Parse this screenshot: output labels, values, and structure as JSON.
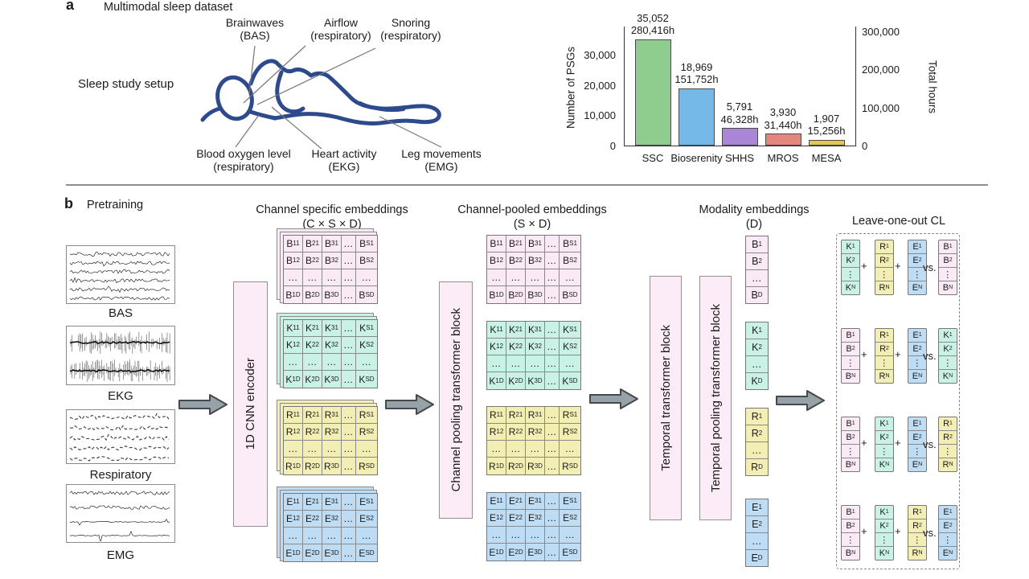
{
  "panel_a": {
    "label": "a",
    "title": "Multimodal sleep dataset",
    "setup_label": "Sleep study setup",
    "annotations": [
      {
        "line1": "Brainwaves",
        "line2": "(BAS)"
      },
      {
        "line1": "Airflow",
        "line2": "(respiratory)"
      },
      {
        "line1": "Snoring",
        "line2": "(respiratory)"
      },
      {
        "line1": "Blood oxygen level",
        "line2": "(respiratory)"
      },
      {
        "line1": "Heart activity",
        "line2": "(EKG)"
      },
      {
        "line1": "Leg movements",
        "line2": "(EMG)"
      }
    ]
  },
  "chart_data": {
    "type": "bar",
    "categories": [
      "SSC",
      "Bioserenity",
      "SHHS",
      "MROS",
      "MESA"
    ],
    "series": [
      {
        "name": "Number of PSGs",
        "values": [
          35052,
          18969,
          5791,
          3930,
          1907
        ]
      },
      {
        "name": "Total hours",
        "values": [
          280416,
          151752,
          46328,
          31440,
          15256
        ]
      }
    ],
    "bar_labels": [
      [
        "35,052",
        "280,416h"
      ],
      [
        "18,969",
        "151,752h"
      ],
      [
        "5,791",
        "46,328h"
      ],
      [
        "3,930",
        "31,440h"
      ],
      [
        "1,907",
        "15,256h"
      ]
    ],
    "bar_colors": [
      "#8ecd8d",
      "#74b9e8",
      "#aa87d6",
      "#e5867e",
      "#e0c851"
    ],
    "ylabel_left": "Number of PSGs",
    "ylabel_right": "Total hours",
    "yticks_left": [
      "0",
      "10,000",
      "20,000",
      "30,000"
    ],
    "yticks_right": [
      "0",
      "100,000",
      "200,000",
      "300,000"
    ],
    "ylim_left": [
      0,
      37000
    ],
    "ylim_right": [
      0,
      296000
    ],
    "grid": false,
    "legend": "none"
  },
  "panel_b": {
    "label": "b",
    "title": "Pretraining",
    "signals": [
      {
        "label": "BAS"
      },
      {
        "label": "EKG"
      },
      {
        "label": "Respiratory"
      },
      {
        "label": "EMG"
      }
    ],
    "encoder_label": "1D CNN encoder",
    "pool_block_label": "Channel pooling transformer block",
    "temporal_block_label": "Temporal transformer block",
    "temporal_pool_label": "Temporal pooling transformer block",
    "col1_header": "Channel specific embeddings",
    "col1_dims": "(C × S × D)",
    "col2_header": "Channel-pooled embeddings",
    "col2_dims": "(S × D)",
    "col3_header": "Modality embeddings",
    "col3_dims": "(D)",
    "cl_header": "Leave-one-out CL",
    "modalities": [
      {
        "letter": "B",
        "color": "#faeaf5"
      },
      {
        "letter": "K",
        "color": "#c9f1e6"
      },
      {
        "letter": "R",
        "color": "#f2eeb4"
      },
      {
        "letter": "E",
        "color": "#bedcf4"
      }
    ],
    "matrix_subs": [
      [
        "11",
        "21",
        "31",
        "...",
        "S1"
      ],
      [
        "12",
        "22",
        "32",
        "...",
        "S2"
      ],
      [
        "...",
        "...",
        "...",
        "...",
        "..."
      ],
      [
        "1D",
        "2D",
        "3D",
        "...",
        "SD"
      ]
    ],
    "vector_subs": [
      "1",
      "2",
      "...",
      "D"
    ],
    "cl_vector_subs": [
      "1",
      "2",
      "⋮",
      "N"
    ],
    "cl_rows": [
      {
        "terms": [
          "K",
          "R",
          "E"
        ],
        "target": "B"
      },
      {
        "terms": [
          "B",
          "R",
          "E"
        ],
        "target": "K"
      },
      {
        "terms": [
          "B",
          "K",
          "E"
        ],
        "target": "R"
      },
      {
        "terms": [
          "B",
          "K",
          "R"
        ],
        "target": "E"
      }
    ],
    "plus": "+",
    "vs": "vs."
  },
  "colors": {
    "body_outline": "#2d4a8e",
    "arrow_fill": "#96a1a8",
    "arrow_stroke": "#45494e",
    "block_pink": "#fcecf7"
  }
}
